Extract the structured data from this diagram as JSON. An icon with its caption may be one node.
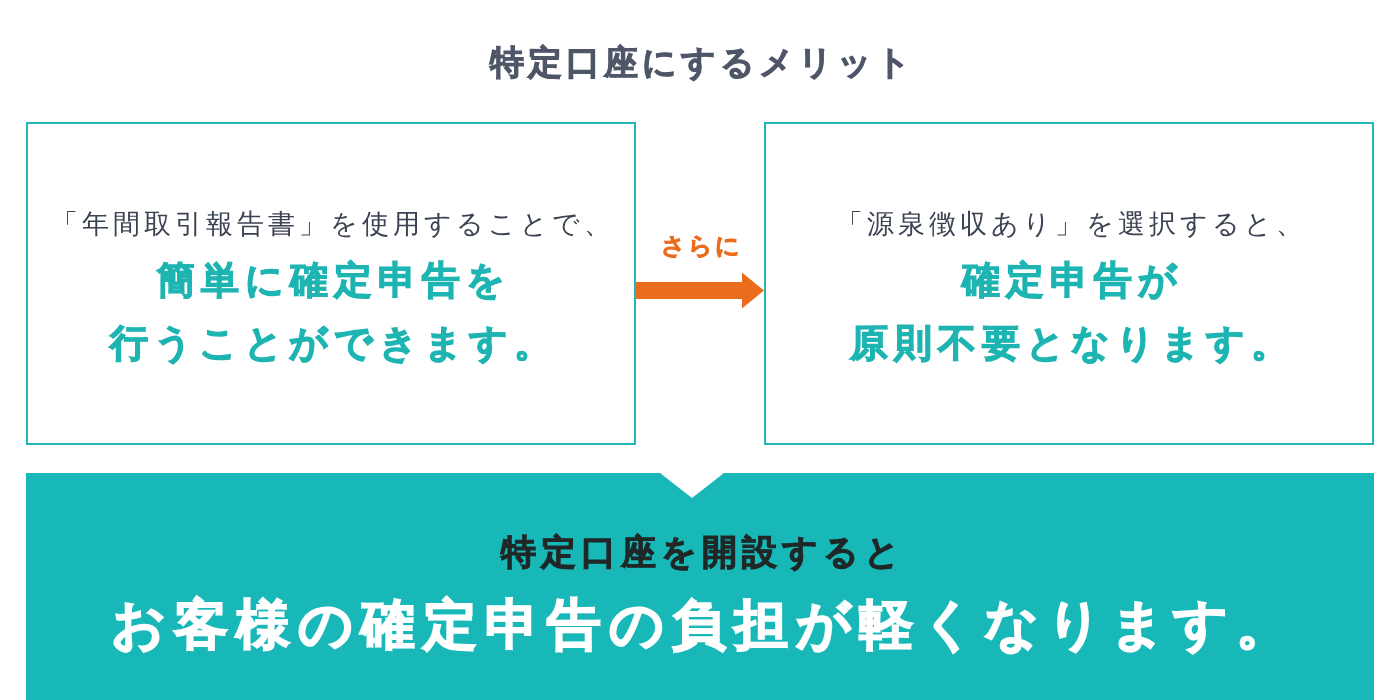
{
  "diagram": {
    "title": "特定口座にするメリット",
    "nodes": [
      {
        "text": [
          "「年間取引報告書」を使用することで、",
          "簡単に確定申告を行うことができます。"
        ]
      },
      {
        "text": [
          "「源泉徴収あり」を選択すると、",
          "確定申告が原則不要となります。"
        ]
      },
      {
        "text": [
          "特定口座を開設すると",
          "お客様の確定申告の負担が軽くなります。"
        ]
      }
    ],
    "edges": [
      {
        "from": 0,
        "to": 1,
        "arrow": "to",
        "label": "さらに",
        "color": "#ea6c1c"
      }
    ]
  }
}
